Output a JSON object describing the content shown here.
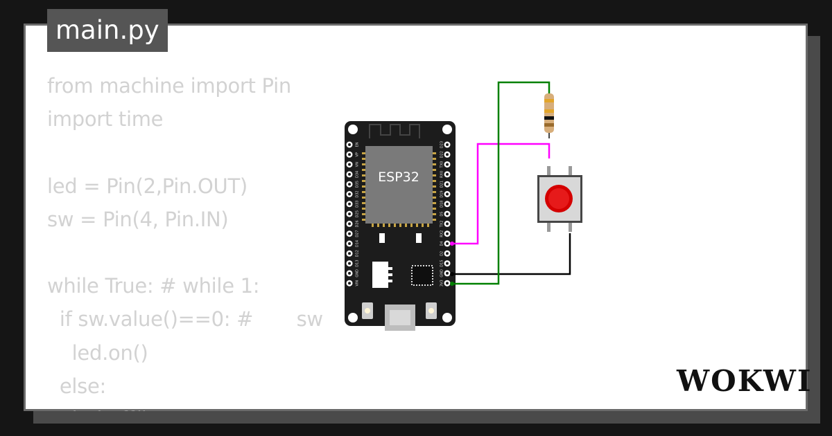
{
  "file_tab": "main.py",
  "code_lines": [
    "from machine import Pin",
    "import time",
    "",
    "led = Pin(2,Pin.OUT)",
    "sw = Pin(4, Pin.IN)",
    "",
    "while True: # while 1:",
    "  if sw.value()==0: #       sw",
    "    led.on()",
    "  else:",
    "    led.off()"
  ],
  "board": {
    "chip_label": "ESP32",
    "left_pins": [
      "EN",
      "VP",
      "VN",
      "D34",
      "D35",
      "D32",
      "D33",
      "D25",
      "D26",
      "D27",
      "D14",
      "D12",
      "D13",
      "GND",
      "VIN"
    ],
    "right_pins": [
      "D23",
      "D22",
      "TX0",
      "RX0",
      "D21",
      "D19",
      "D18",
      "D5",
      "TX2",
      "RX2",
      "D4",
      "D2",
      "D15",
      "GND",
      "3V3"
    ]
  },
  "wire_colors": {
    "signal": "#ff00ff",
    "ground": "#000000",
    "power": "#008000"
  },
  "logo": "WOKWI"
}
